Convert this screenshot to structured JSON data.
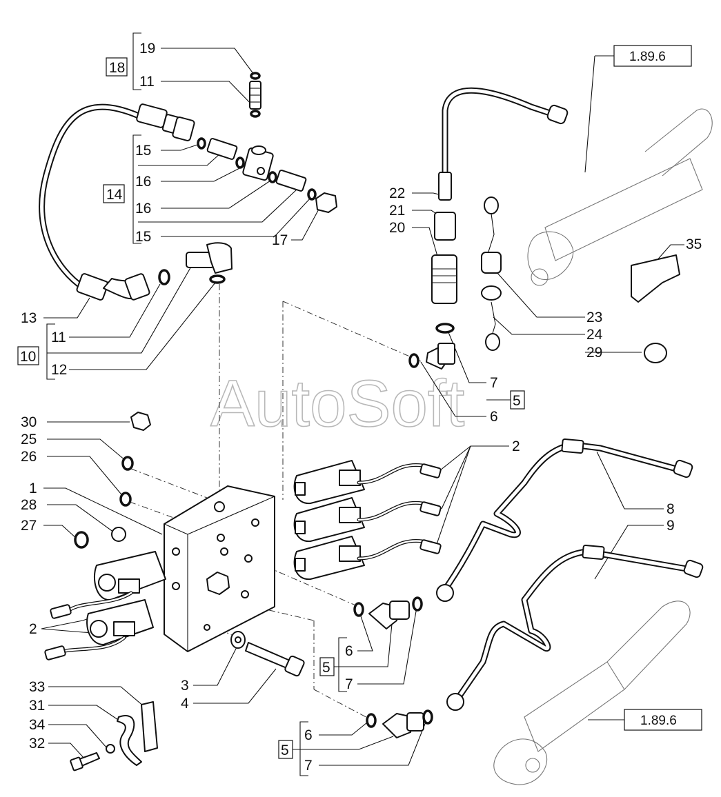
{
  "watermark": "AutoSoft",
  "references": [
    "1.89.6",
    "1.89.6"
  ],
  "callouts": [
    "19",
    "18",
    "11",
    "15",
    "14",
    "16",
    "16",
    "15",
    "17",
    "13",
    "11",
    "10",
    "12",
    "22",
    "21",
    "20",
    "23",
    "24",
    "29",
    "35",
    "7",
    "5",
    "6",
    "30",
    "25",
    "26",
    "1",
    "28",
    "27",
    "2",
    "2",
    "8",
    "9",
    "6",
    "5",
    "7",
    "3",
    "4",
    "33",
    "31",
    "34",
    "32",
    "6",
    "5",
    "7"
  ]
}
